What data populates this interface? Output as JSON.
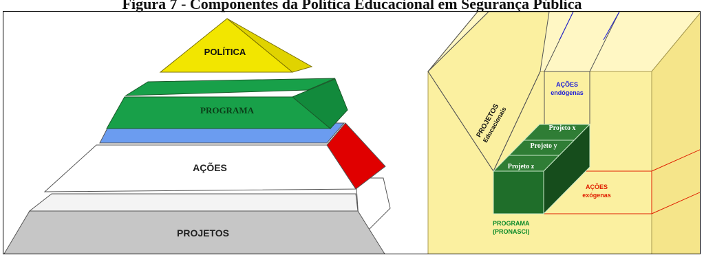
{
  "title": "Figura 7 - Componentes da Política Educacional em Segurança Pública",
  "pyramid": {
    "politica": "POLÍTICA",
    "programa": "PROGRAMA",
    "acoes": "AÇÕES",
    "projetos": "PROJETOS"
  },
  "cube": {
    "projetos_educacionais_line1": "PROJETOS",
    "projetos_educacionais_line2": "Educacionais",
    "acoes_endogenas_line1": "AÇÕES",
    "acoes_endogenas_line2": "endógenas",
    "acoes_exogenas_line1": "AÇÕES",
    "acoes_exogenas_line2": "exógenas",
    "projeto_x": "Projeto x",
    "projeto_y": "Projeto y",
    "projeto_z": "Projeto z",
    "programa_line1": "PROGRAMA",
    "programa_line2": "(PRONASCI)"
  },
  "colors": {
    "politica": "#f2e600",
    "programa": "#18a049",
    "acoes_top": "#6b9cf0",
    "acoes_side": "#e00000",
    "projetos": "#c6c6c6",
    "cube": "#fbf0a0",
    "project_block": "#1f6e2a",
    "blue_text": "#1c1cd8",
    "red_text": "#e02000",
    "green_text": "#0c8a2a"
  }
}
